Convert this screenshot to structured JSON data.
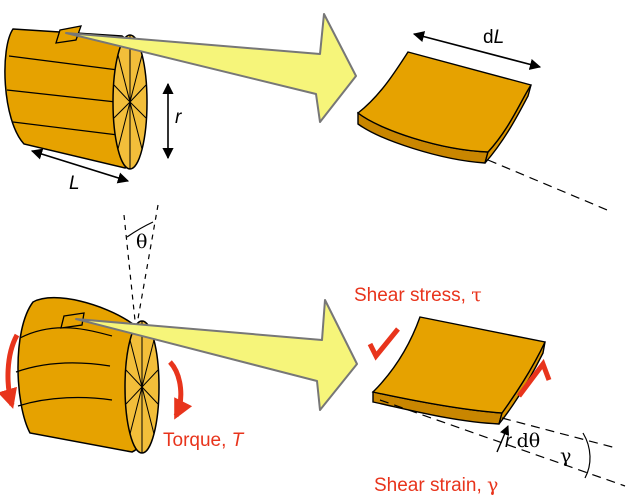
{
  "labels": {
    "top_length": "L",
    "top_radius": "r",
    "top_segment_prefix": "d",
    "top_segment_var": "L",
    "twist_angle": "θ",
    "shear_stress_text": "Shear stress, ",
    "shear_stress_symbol": "τ",
    "torque_text": "Torque, ",
    "torque_symbol": "T",
    "arc_r": "r",
    "arc_d": "dθ",
    "gamma_symbol": "γ",
    "shear_strain_text": "Shear strain, ",
    "shear_strain_symbol": "γ"
  },
  "colors": {
    "cylinder_fill": "#e6a200",
    "cylinder_end_fill": "#f2be3a",
    "element_fill": "#e6a200",
    "element_side": "#c98600",
    "beam_fill": "#f6f57a",
    "beam_stroke": "#777777",
    "outline": "#000000",
    "red": "#e8341c"
  }
}
